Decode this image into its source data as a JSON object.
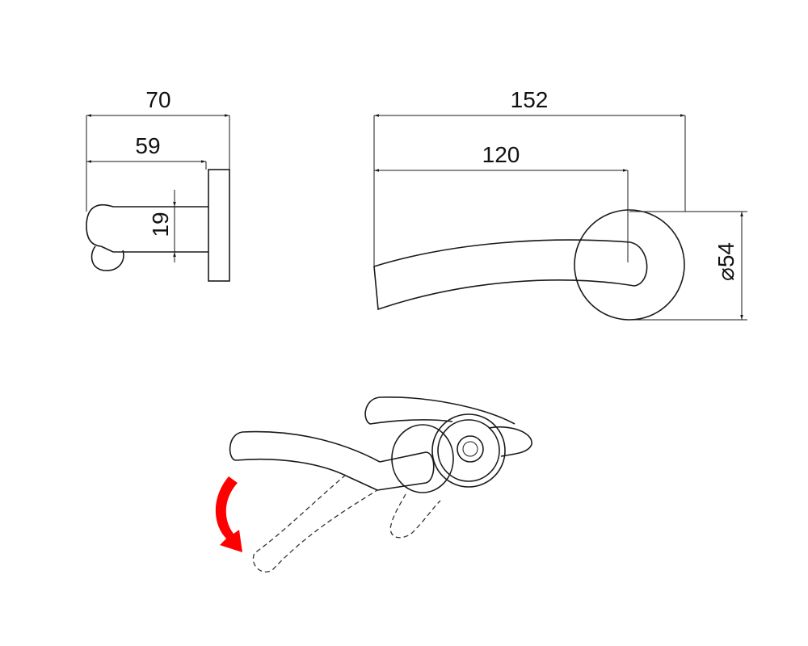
{
  "dimensions": {
    "side_overall_length": "70",
    "side_rod_length": "59",
    "rod_diameter": "19",
    "lever_overall_length": "152",
    "lever_to_center": "120",
    "rose_diameter": "⌀54"
  },
  "colors": {
    "line": "#1a1a1a",
    "arrow": "#ff0000"
  }
}
